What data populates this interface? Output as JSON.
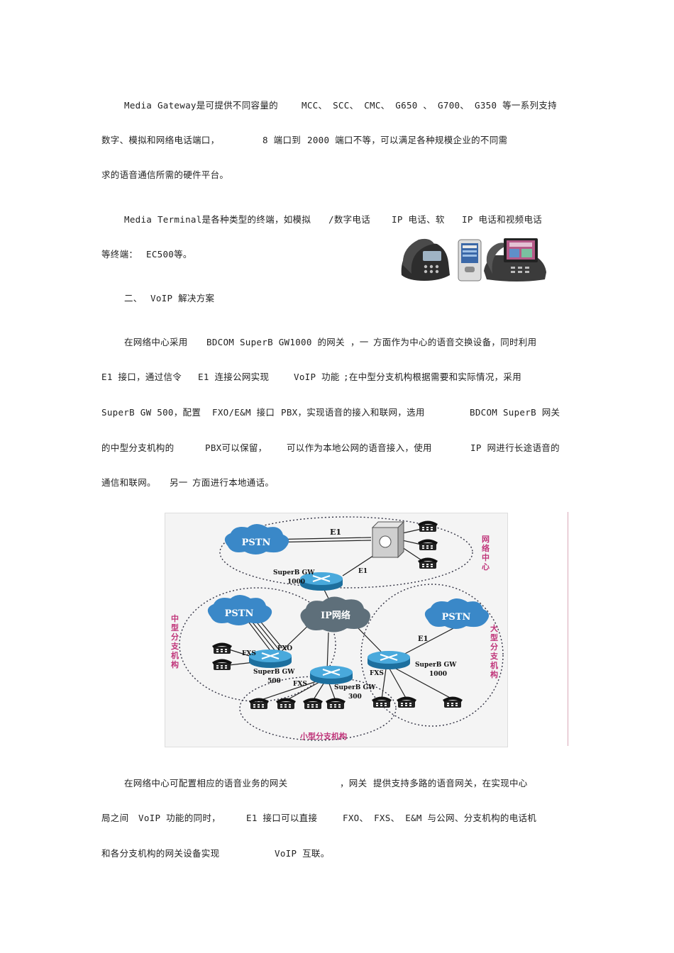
{
  "paragraph1": {
    "line1": [
      "Media Gateway是可提供不同容量的",
      "MCC、 SCC、 CMC、 G650 、 G700、 G350 等一系列支持"
    ],
    "line2": [
      "数字、模拟和网络电话端口，",
      "8 端口到",
      "2000 端口不等，可以满足各种规模企业的不同需"
    ],
    "line3": [
      "求的语音通信所需的硬件平台。"
    ]
  },
  "paragraph2": {
    "line1": [
      "Media Terminal是各种类型的终端，如模拟",
      "/数字电话",
      "IP 电话、软",
      "IP 电话和视频电话"
    ],
    "line2": [
      "等终端：",
      "EC500等。"
    ]
  },
  "phones_image": {
    "icons": [
      "desk-phone-icon",
      "pda-phone-icon",
      "video-phone-icon"
    ]
  },
  "heading": [
    "二、",
    "VoIP 解决方案"
  ],
  "paragraph3": {
    "line1": [
      "在网络中心采用",
      "BDCOM SuperB GW1000 的网关",
      "，一",
      "方面作为中心的语音交换设备，同时利用"
    ],
    "line2": [
      "E1 接口，通过信令",
      "E1 连接公网实现",
      "VoIP 功能",
      ";在中型分支机构根据需要和实际情况，采用"
    ],
    "line3": [
      "SuperB GW 500，配置",
      "FXO/E&M 接口",
      "PBX，实现语音的接入和联网，选用",
      "BDCOM SuperB 网关"
    ],
    "line4": [
      "的中型分支机构的",
      "PBX可以保留，",
      "可以作为本地公网的语音接入，使用",
      "IP 网进行长途语音的"
    ],
    "line5": [
      "通信和联网。",
      "另一",
      "方面进行本地通话。"
    ]
  },
  "diagram": {
    "pstn_label": "PSTN",
    "ip_label": "IP网络",
    "e1_label": "E1",
    "fxs_label": "FXS",
    "fxo_label": "FXO",
    "gw1000_label_a": "SuperB GW",
    "gw1000_label_b": "1000",
    "gw500_label_a": "SuperB GW",
    "gw500_label_b": "500",
    "gw300_label_a": "SuperB GW",
    "gw300_label_b": "300",
    "center_label": [
      "网",
      "络",
      "中",
      "心"
    ],
    "medium_label": [
      "中",
      "型",
      "分",
      "支",
      "机",
      "构"
    ],
    "large_label": [
      "大",
      "型",
      "分",
      "支",
      "机",
      "构"
    ],
    "small_label": "小型分支机构",
    "colors": {
      "cloud": "#3a88c8",
      "ip_cloud": "#5e6f7a",
      "router": "#2c8fc4",
      "accent": "#c0357a"
    }
  },
  "paragraph4": {
    "line1": [
      "在网络中心可配置相应的语音业务的网关",
      "，网关",
      "提供支持多路的语音网关，在实现中心"
    ],
    "line2": [
      "局之间",
      "VoIP 功能的同时，",
      "E1 接口可以直接",
      "FXO、 FXS、 E&M 与公网、分支机构的电话机"
    ],
    "line3": [
      "和各分支机构的网关设备实现",
      "VoIP 互联。"
    ]
  }
}
